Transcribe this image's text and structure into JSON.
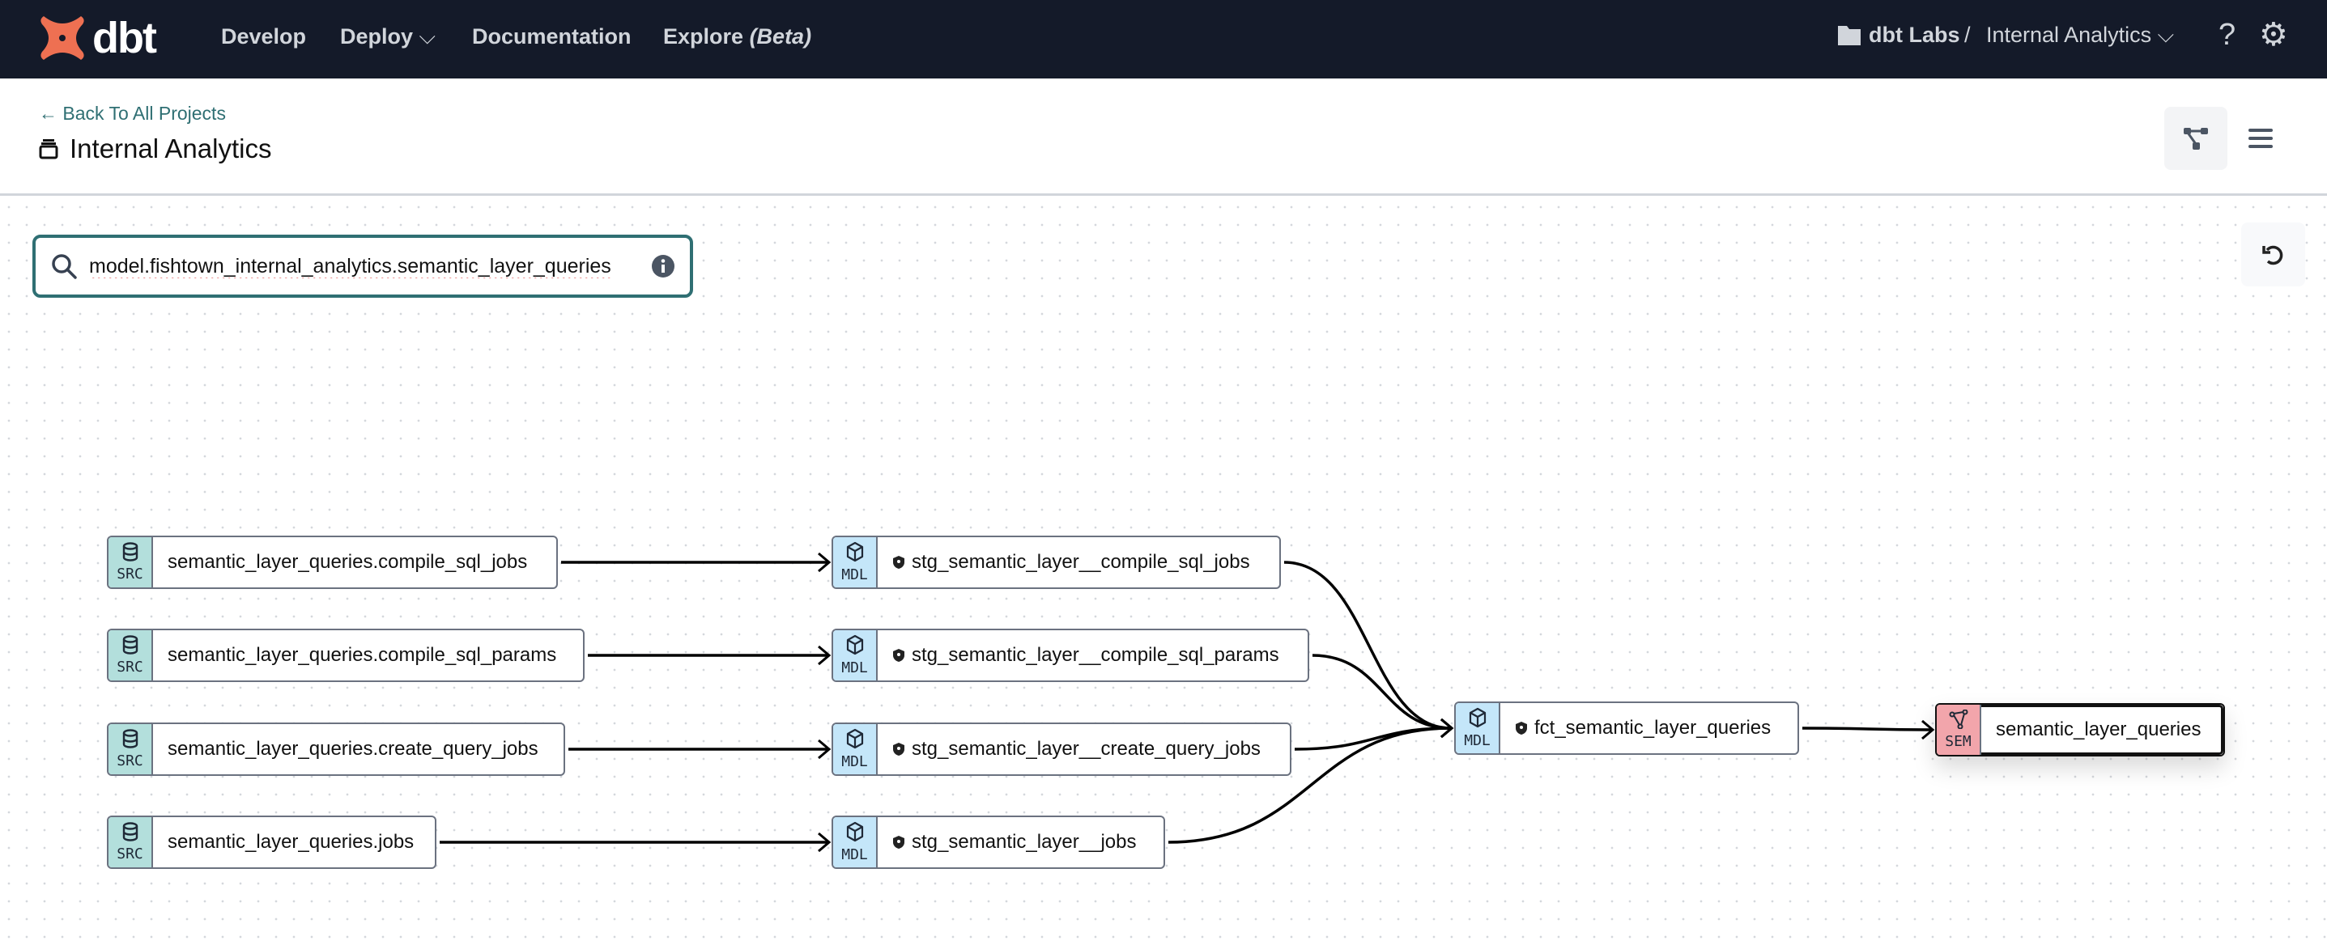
{
  "nav": {
    "brand": "dbt",
    "items": [
      {
        "label": "Develop"
      },
      {
        "label": "Deploy"
      },
      {
        "label": "Documentation"
      },
      {
        "label": "Explore",
        "suffix": "(Beta)"
      }
    ],
    "account": "dbt Labs",
    "separator": "/",
    "project": "Internal Analytics"
  },
  "header": {
    "back_label": "Back To All Projects",
    "title": "Internal Analytics"
  },
  "search": {
    "value": "model.fishtown_internal_analytics.semantic_layer_queries"
  },
  "colors": {
    "nav_bg": "#141a29",
    "accent": "#2f6f73",
    "src": "#b3dfdc",
    "mdl": "#c4e6f9",
    "sem": "#f2a5ab",
    "logo": "#ee7052"
  },
  "lineage": {
    "sources": [
      {
        "badge": "SRC",
        "label": "semantic_layer_queries.compile_sql_jobs"
      },
      {
        "badge": "SRC",
        "label": "semantic_layer_queries.compile_sql_params"
      },
      {
        "badge": "SRC",
        "label": "semantic_layer_queries.create_query_jobs"
      },
      {
        "badge": "SRC",
        "label": "semantic_layer_queries.jobs"
      }
    ],
    "staging": [
      {
        "badge": "MDL",
        "label": "stg_semantic_layer__compile_sql_jobs"
      },
      {
        "badge": "MDL",
        "label": "stg_semantic_layer__compile_sql_params"
      },
      {
        "badge": "MDL",
        "label": "stg_semantic_layer__create_query_jobs"
      },
      {
        "badge": "MDL",
        "label": "stg_semantic_layer__jobs"
      }
    ],
    "fact": {
      "badge": "MDL",
      "label": "fct_semantic_layer_queries"
    },
    "semantic": {
      "badge": "SEM",
      "label": "semantic_layer_queries"
    }
  }
}
